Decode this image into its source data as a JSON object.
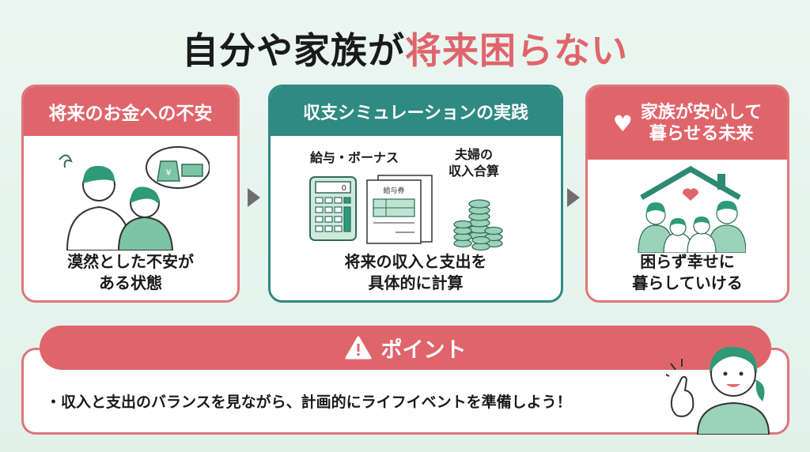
{
  "title": {
    "part1": "自分や家族が",
    "part2": "将来困らない"
  },
  "cards": [
    {
      "header": "将来のお金への不安",
      "caption_line1": "漠然とした不安が",
      "caption_line2": "ある状態",
      "icon_text": "¥"
    },
    {
      "header": "収支シミュレーションの実践",
      "label_left": "給与・ボーナス",
      "label_right_line1": "夫婦の",
      "label_right_line2": "収入合算",
      "payslip_label": "給与券",
      "calculator_display": "0",
      "caption_line1": "将来の収入と支出を",
      "caption_line2": "具体的に計算"
    },
    {
      "header_line1": "家族が安心して",
      "header_line2": "暮らせる未来",
      "caption_line1": "困らず幸せに",
      "caption_line2": "暮らしていける"
    }
  ],
  "point": {
    "title": "ポイント",
    "text": "・収入と支出のバランスを見ながら、計画的にライフイベントを準備しよう！"
  },
  "colors": {
    "red": "#e0656b",
    "teal": "#2e8a82",
    "green": "#7cc4a4",
    "background": "#eaf6f1"
  }
}
